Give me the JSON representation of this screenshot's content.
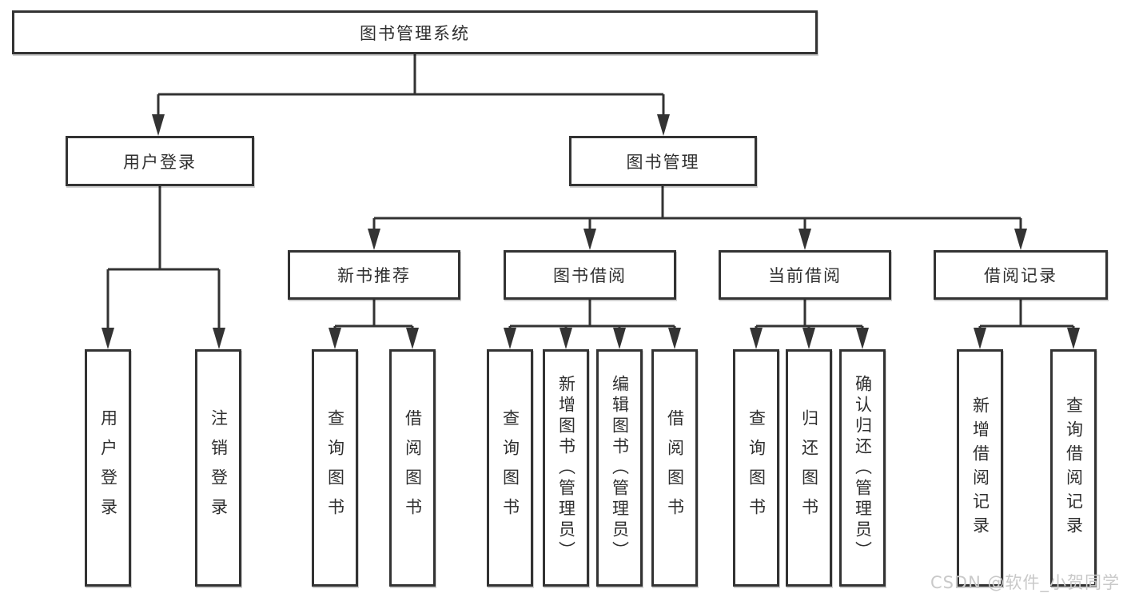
{
  "tree": {
    "root": {
      "label": "图书管理系统",
      "children": [
        {
          "label": "用户登录",
          "children": [
            {
              "label": "用户登录"
            },
            {
              "label": "注销登录"
            }
          ]
        },
        {
          "label": "图书管理",
          "children": [
            {
              "label": "新书推荐",
              "children": [
                {
                  "label": "查询图书"
                },
                {
                  "label": "借阅图书"
                }
              ]
            },
            {
              "label": "图书借阅",
              "children": [
                {
                  "label": "查询图书"
                },
                {
                  "label": "新增图书（管理员）"
                },
                {
                  "label": "编辑图书（管理员）"
                },
                {
                  "label": "借阅图书"
                }
              ]
            },
            {
              "label": "当前借阅",
              "children": [
                {
                  "label": "查询图书"
                },
                {
                  "label": "归还图书"
                },
                {
                  "label": "确认归还（管理员）"
                }
              ]
            },
            {
              "label": "借阅记录",
              "children": [
                {
                  "label": "新增借阅记录"
                },
                {
                  "label": "查询借阅记录"
                }
              ]
            }
          ]
        }
      ]
    }
  },
  "watermark": {
    "text": "CSDN @软件_小贺同学"
  },
  "colors": {
    "line": "#333333",
    "box_border": "#333333",
    "box_fill": "#ffffff",
    "text": "#2f2f2f",
    "watermark": "#c9c9c9",
    "background": "#ffffff"
  }
}
